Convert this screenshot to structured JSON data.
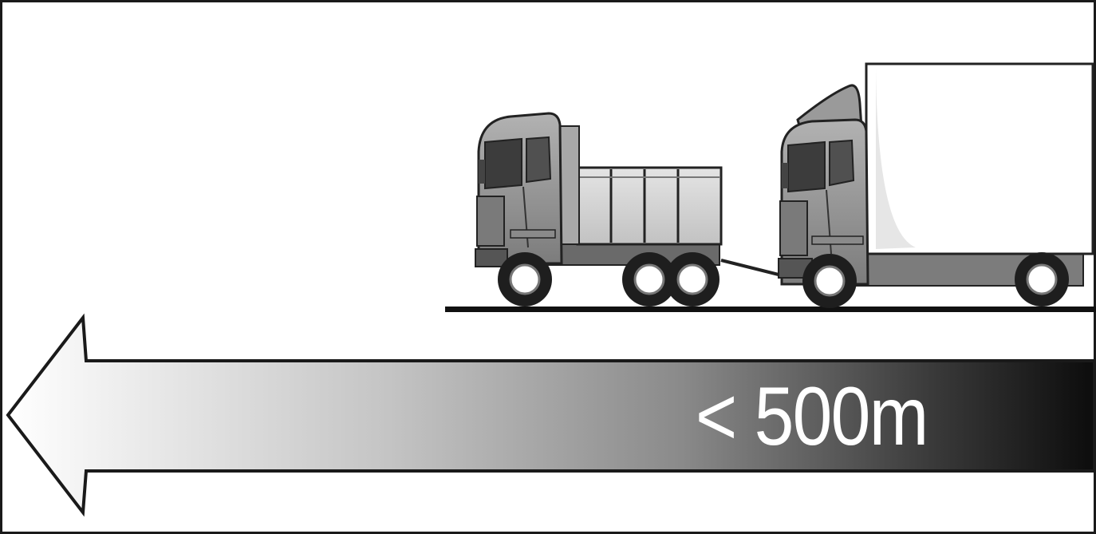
{
  "diagram": {
    "distance_label": "< 500m",
    "direction": "left",
    "vehicles": [
      "dump-truck",
      "box-truck"
    ],
    "colors": {
      "truck_body": "#9a9a9a",
      "truck_dark": "#5e5e5e",
      "arrow_light": "#ffffff",
      "arrow_dark": "#111111",
      "outline": "#1a1a1a"
    }
  }
}
